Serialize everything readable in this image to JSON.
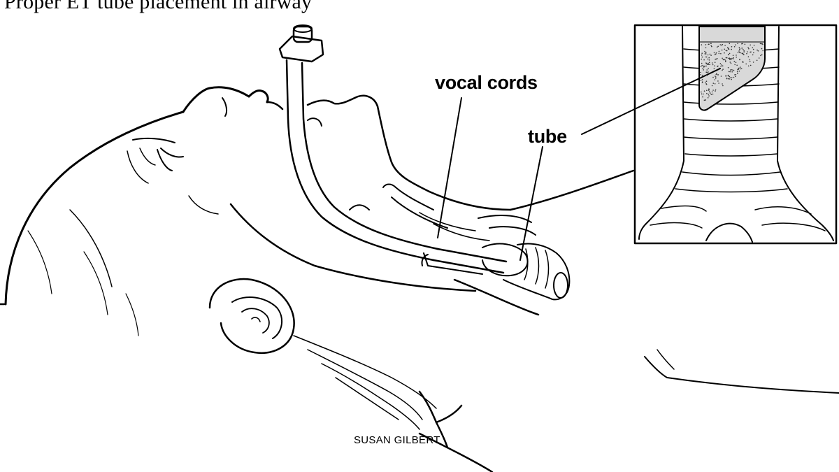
{
  "diagram": {
    "title": "Proper ET tube placement in airway",
    "labels": {
      "vocal_cords": "vocal cords",
      "tube": "tube"
    },
    "credit": "SUSAN GILBERT"
  }
}
